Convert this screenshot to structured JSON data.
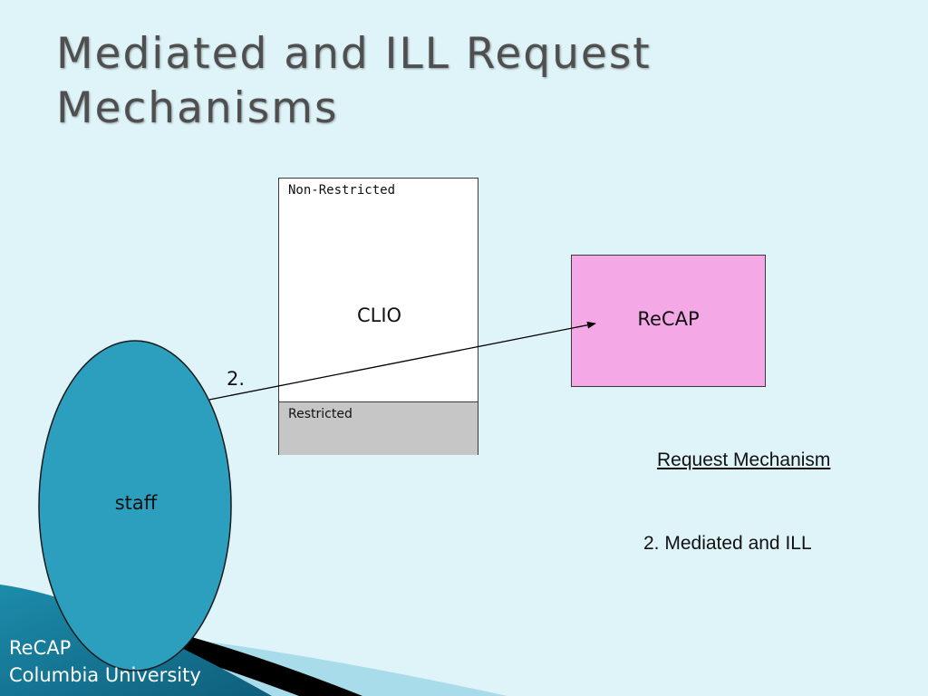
{
  "slide": {
    "title_line_1": "Mediated and ILL Request",
    "title_line_2": "Mechanisms"
  },
  "diagram": {
    "clio_box": {
      "label": "CLIO",
      "upper_label": "Non-Restricted",
      "lower_label": "Restricted",
      "upper_color": "#ffffff",
      "lower_color": "#c6c6c6"
    },
    "recap_box": {
      "label": "ReCAP",
      "color": "#f4a9e6"
    },
    "staff_node": {
      "label": "staff",
      "color": "#2b9fbd"
    },
    "arrow": {
      "from": "staff",
      "to": "ReCAP",
      "step_label": "2."
    }
  },
  "legend": {
    "heading": "Request Mechanism",
    "items": [
      "2. Mediated and ILL"
    ]
  },
  "footer": {
    "line_1": "ReCAP",
    "line_2": "Columbia University"
  },
  "colors": {
    "background": "#dff4f9",
    "title_text": "#4f4f4f",
    "corner_teal": "#1b7f9e",
    "corner_black": "#000000"
  }
}
